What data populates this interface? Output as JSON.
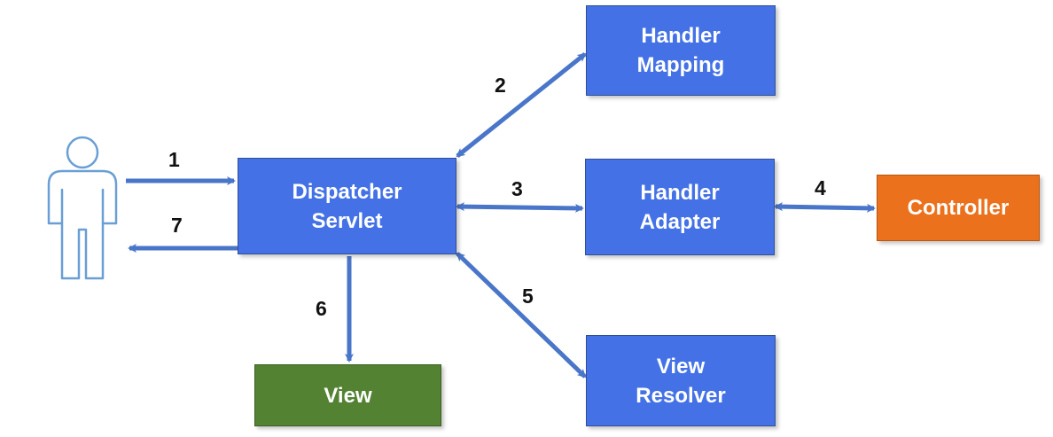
{
  "colors": {
    "arrow": "#4a76c9",
    "box_blue": "#4472e6",
    "box_orange": "#ec711c",
    "box_green": "#548233",
    "user_outline": "#6a9fd6"
  },
  "icons": {
    "user": "person-outline-icon"
  },
  "nodes": {
    "dispatcher": {
      "line1": "Dispatcher",
      "line2": "Servlet"
    },
    "handler_mapping": {
      "line1": "Handler",
      "line2": "Mapping"
    },
    "handler_adapter": {
      "line1": "Handler",
      "line2": "Adapter"
    },
    "controller": {
      "label": "Controller"
    },
    "view_resolver": {
      "line1": "View",
      "line2": "Resolver"
    },
    "view": {
      "label": "View"
    }
  },
  "steps": {
    "s1": "1",
    "s2": "2",
    "s3": "3",
    "s4": "4",
    "s5": "5",
    "s6": "6",
    "s7": "7"
  }
}
